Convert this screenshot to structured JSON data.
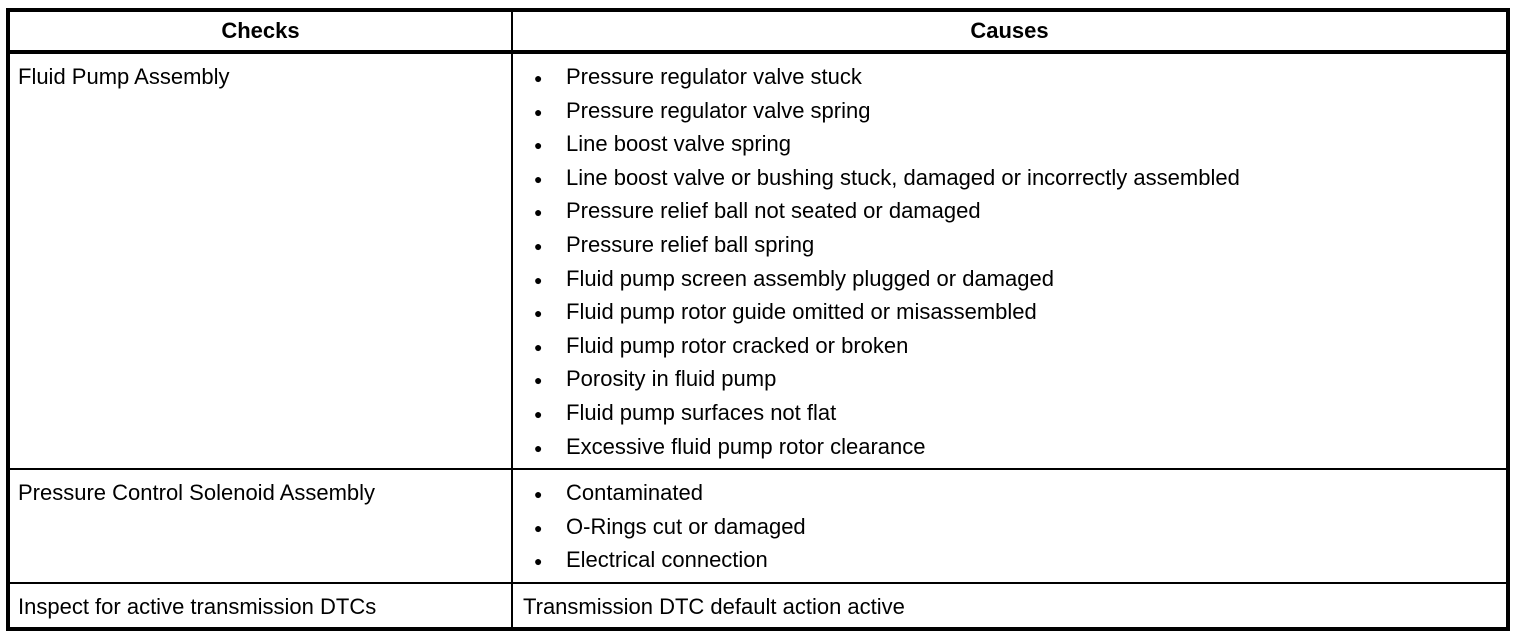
{
  "table": {
    "headers": [
      "Checks",
      "Causes"
    ],
    "bullet_glyph": "●",
    "colors": {
      "border": "#000000",
      "background": "#ffffff",
      "text": "#000000"
    },
    "rows": [
      {
        "check": "Fluid Pump Assembly",
        "bulleted": true,
        "causes": [
          "Pressure regulator valve stuck",
          "Pressure regulator valve spring",
          "Line boost valve spring",
          "Line boost valve or bushing stuck, damaged or incorrectly assembled",
          "Pressure relief ball not seated or damaged",
          "Pressure relief ball spring",
          "Fluid pump screen assembly plugged or damaged",
          "Fluid pump rotor guide omitted or misassembled",
          "Fluid pump rotor cracked or broken",
          "Porosity in fluid pump",
          "Fluid pump surfaces not flat",
          "Excessive fluid pump rotor clearance"
        ]
      },
      {
        "check": "Pressure Control Solenoid Assembly",
        "bulleted": true,
        "causes": [
          "Contaminated",
          "O-Rings cut or damaged",
          "Electrical connection"
        ]
      },
      {
        "check": "Inspect for active transmission DTCs",
        "bulleted": false,
        "causes": [
          "Transmission DTC default action active"
        ]
      }
    ]
  }
}
